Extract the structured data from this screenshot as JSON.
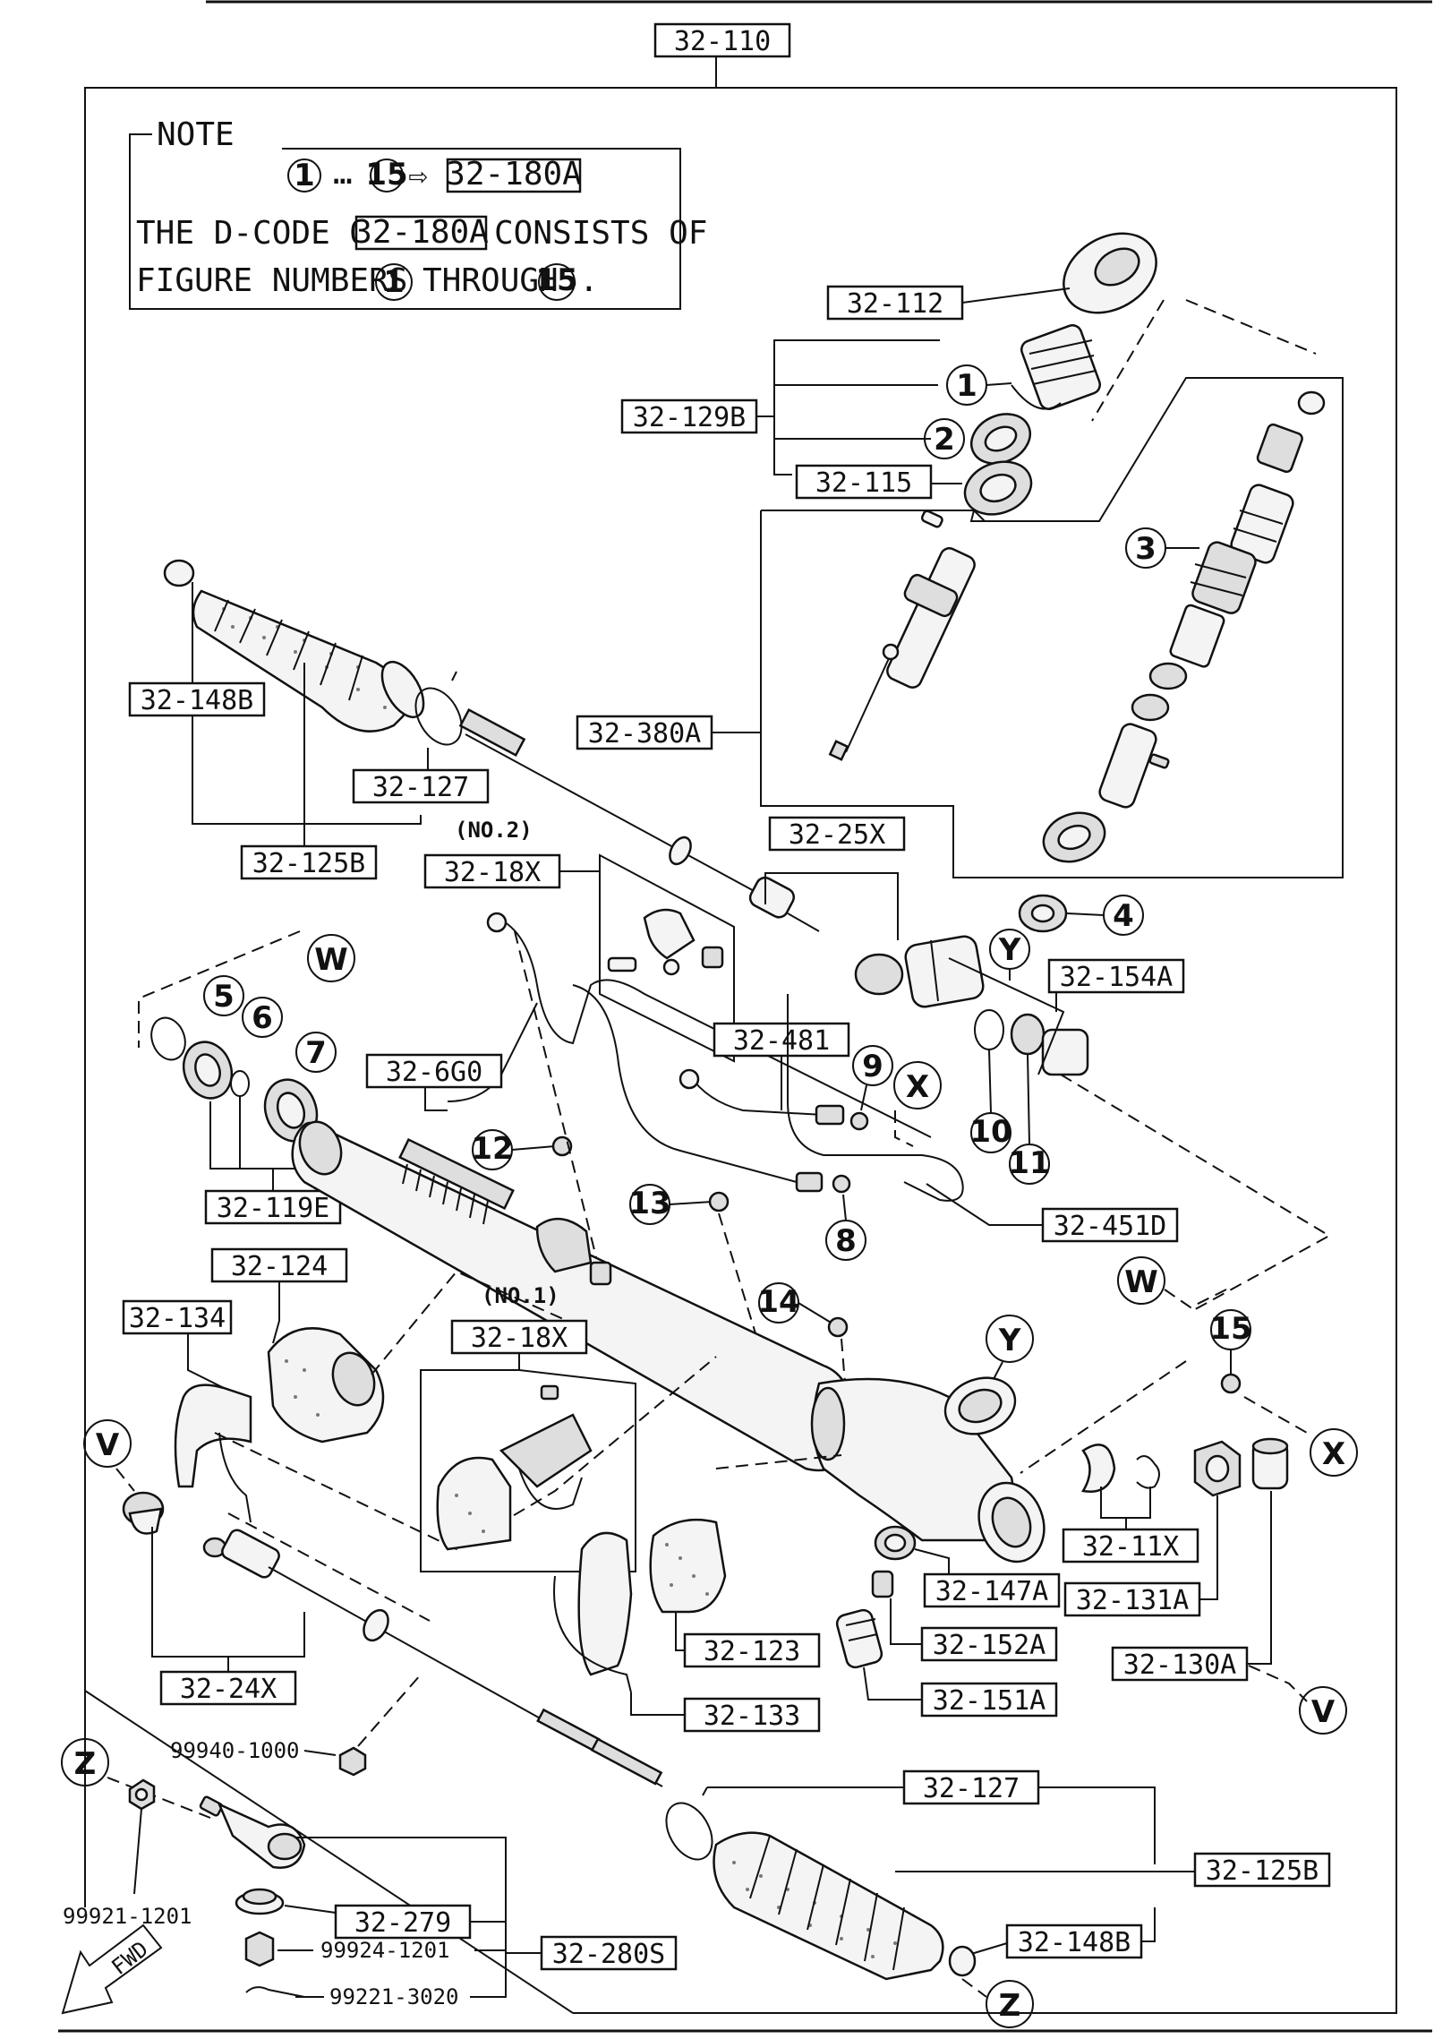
{
  "top_code": "32-110",
  "note": {
    "title": "NOTE",
    "range_from": "1",
    "range_sep": "…",
    "range_to": "15",
    "arrow": "⇨",
    "code": "32-180A",
    "line2_a": "THE D-CODE OF",
    "line2_code": "32-180A",
    "line2_b": "CONSISTS OF",
    "line3_a": "FIGURE NUMBERS",
    "line3_from": "1",
    "line3_mid": "THROUGH",
    "line3_to": "15",
    "line3_end": "."
  },
  "labels": {
    "l32_112": "32-112",
    "l32_129B": "32-129B",
    "l32_115": "32-115",
    "l32_148B_top": "32-148B",
    "l32_380A": "32-380A",
    "l32_127_top": "32-127",
    "l32_125B_top": "32-125B",
    "l32_18X_no2": "32-18X",
    "l32_25X": "32-25X",
    "l32_154A": "32-154A",
    "l32_6G0": "32-6G0",
    "l32_481": "32-481",
    "l32_119E": "32-119E",
    "l32_451D": "32-451D",
    "l32_124": "32-124",
    "l32_134": "32-134",
    "l32_18X_no1": "32-18X",
    "l32_11X": "32-11X",
    "l32_147A": "32-147A",
    "l32_131A": "32-131A",
    "l32_152A": "32-152A",
    "l32_130A": "32-130A",
    "l32_123": "32-123",
    "l32_151A": "32-151A",
    "l32_24X": "32-24X",
    "l32_133": "32-133",
    "l32_127_bot": "32-127",
    "l32_125B_bot": "32-125B",
    "l32_148B_bot": "32-148B",
    "l32_279": "32-279",
    "l32_280S": "32-280S"
  },
  "plain_labels": {
    "no2": "(NO.2)",
    "no1": "(NO.1)",
    "p99940": "99940-1000",
    "p99921": "99921-1201",
    "p99924": "99924-1201",
    "p99221": "99221-3020",
    "fwd": "FWD"
  },
  "refs": {
    "n1": "1",
    "n2": "2",
    "n3": "3",
    "n4": "4",
    "n5": "5",
    "n6": "6",
    "n7": "7",
    "n8": "8",
    "n9": "9",
    "n10": "10",
    "n11": "11",
    "n12": "12",
    "n13": "13",
    "n14": "14",
    "n15": "15",
    "W1": "W",
    "W2": "W",
    "X1": "X",
    "X2": "X",
    "Y1": "Y",
    "Y2": "Y",
    "V1": "V",
    "V2": "V",
    "Z1": "Z",
    "Z2": "Z"
  }
}
